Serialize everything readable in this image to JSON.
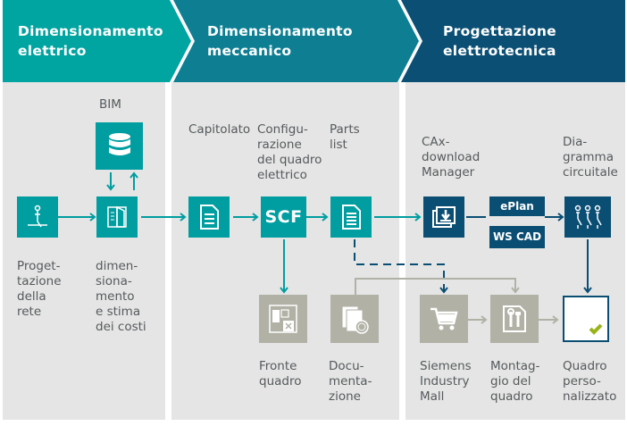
{
  "headers": {
    "electrical": "Dimensionamento elettrico",
    "mechanical": "Dimensionamento meccanico",
    "electrotechnical": "Progettazione elettrotecnica"
  },
  "labels": {
    "bim": "BIM",
    "progettazione_rete": "Proget-\ntazione\ndella\nrete",
    "dimensionamento": "dimen-\nsiona-\nmento\ne stima\ndei costi",
    "capitolato": "Capitolato",
    "configurazione": "Configu-\nrazione\ndel quadro\nelettrico",
    "parts_list": "Parts\nlist",
    "cax": "CAx-\ndownload\nManager",
    "diagramma": "Dia-\ngramma\ncircuitale",
    "fronte": "Fronte\nquadro",
    "documentazione": "Docu-\nmenta-\nzione",
    "siemens": "Siemens\nIndustry\nMall",
    "montaggio": "Montag-\ngio del\nquadro",
    "quadro": "Quadro\nperso-\nnalizzato"
  },
  "box_text": {
    "scf": "SCF",
    "eplan": "ePlan",
    "wscad": "WS CAD"
  },
  "colors": {
    "teal": "#009ea1",
    "navy": "#0a4e73",
    "grey": "#b1b1a6",
    "check": "#99b31a"
  }
}
